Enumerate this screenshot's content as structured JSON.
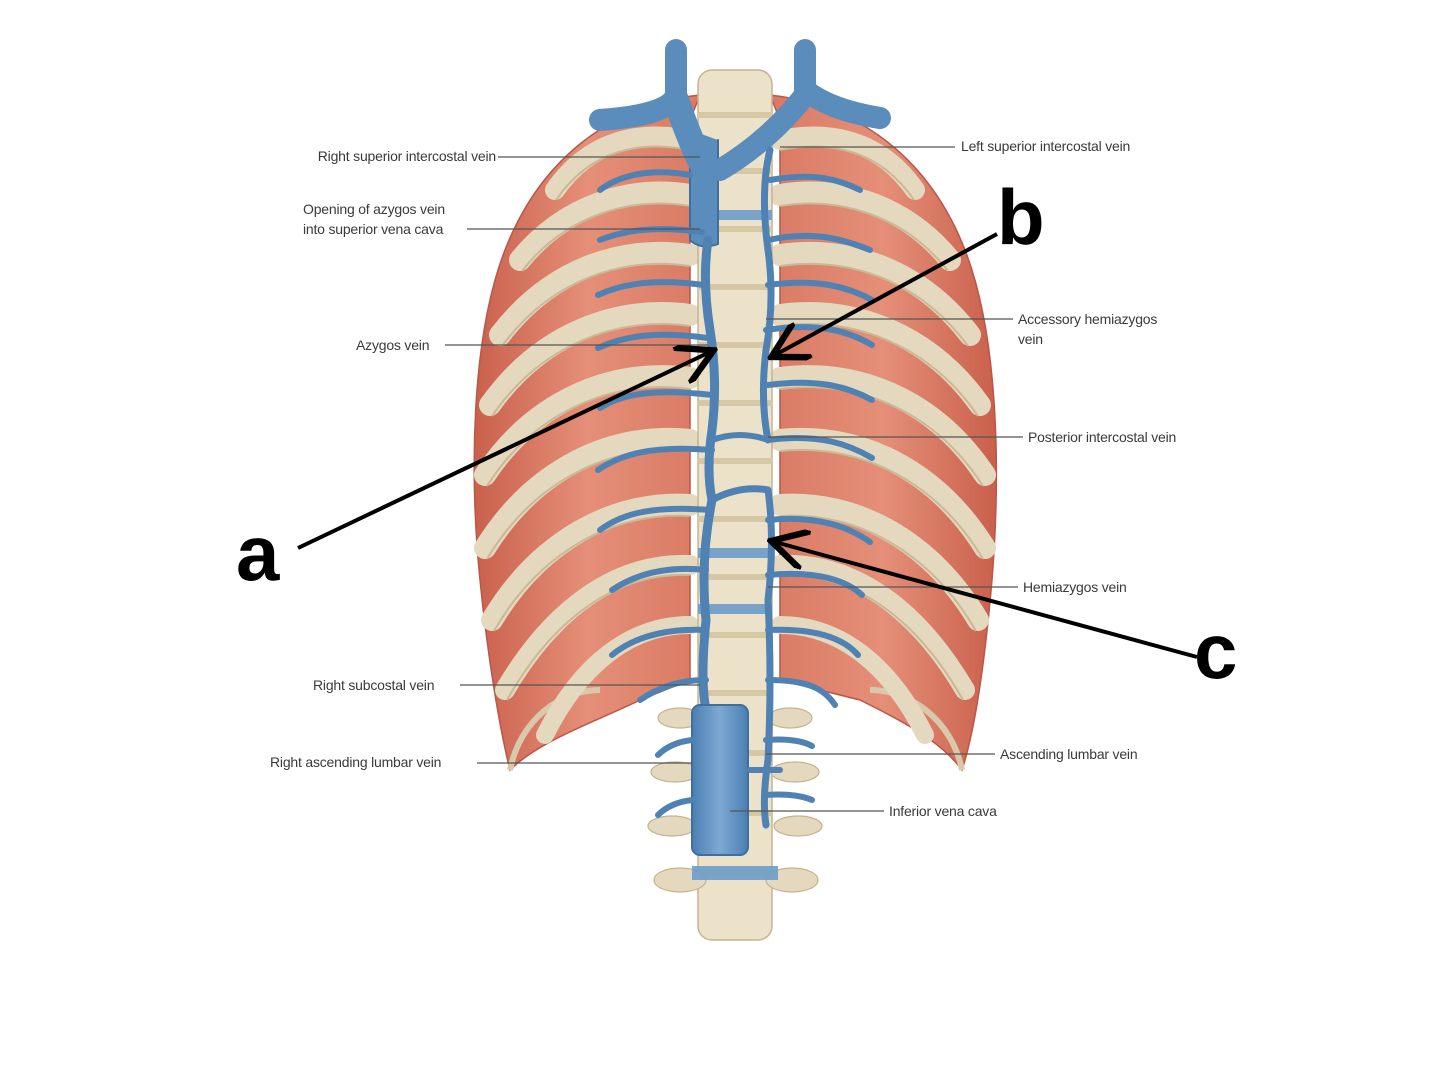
{
  "labels": {
    "right_superior_intercostal": "Right superior intercostal vein",
    "left_superior_intercostal": "Left superior intercostal vein",
    "opening_azygos_line1": "Opening of azygos vein",
    "opening_azygos_line2": "into superior vena cava",
    "azygos": "Azygos vein",
    "accessory_hemiazygos_line1": "Accessory hemiazygos",
    "accessory_hemiazygos_line2": "vein",
    "posterior_intercostal": "Posterior intercostal vein",
    "hemiazygos": "Hemiazygos vein",
    "right_subcostal": "Right subcostal vein",
    "right_ascending_lumbar": "Right ascending lumbar vein",
    "ascending_lumbar": "Ascending lumbar vein",
    "inferior_vena_cava": "Inferior vena cava"
  },
  "markers": {
    "a": "a",
    "b": "b",
    "c": "c"
  },
  "colors": {
    "muscle": "#e0826b",
    "rib": "#e4d8bf",
    "vertebra": "#ece2c9",
    "vein": "#5b8dbc",
    "vein_dark": "#3f6f9f",
    "leader_line": "#555555",
    "arrow": "#000000"
  }
}
